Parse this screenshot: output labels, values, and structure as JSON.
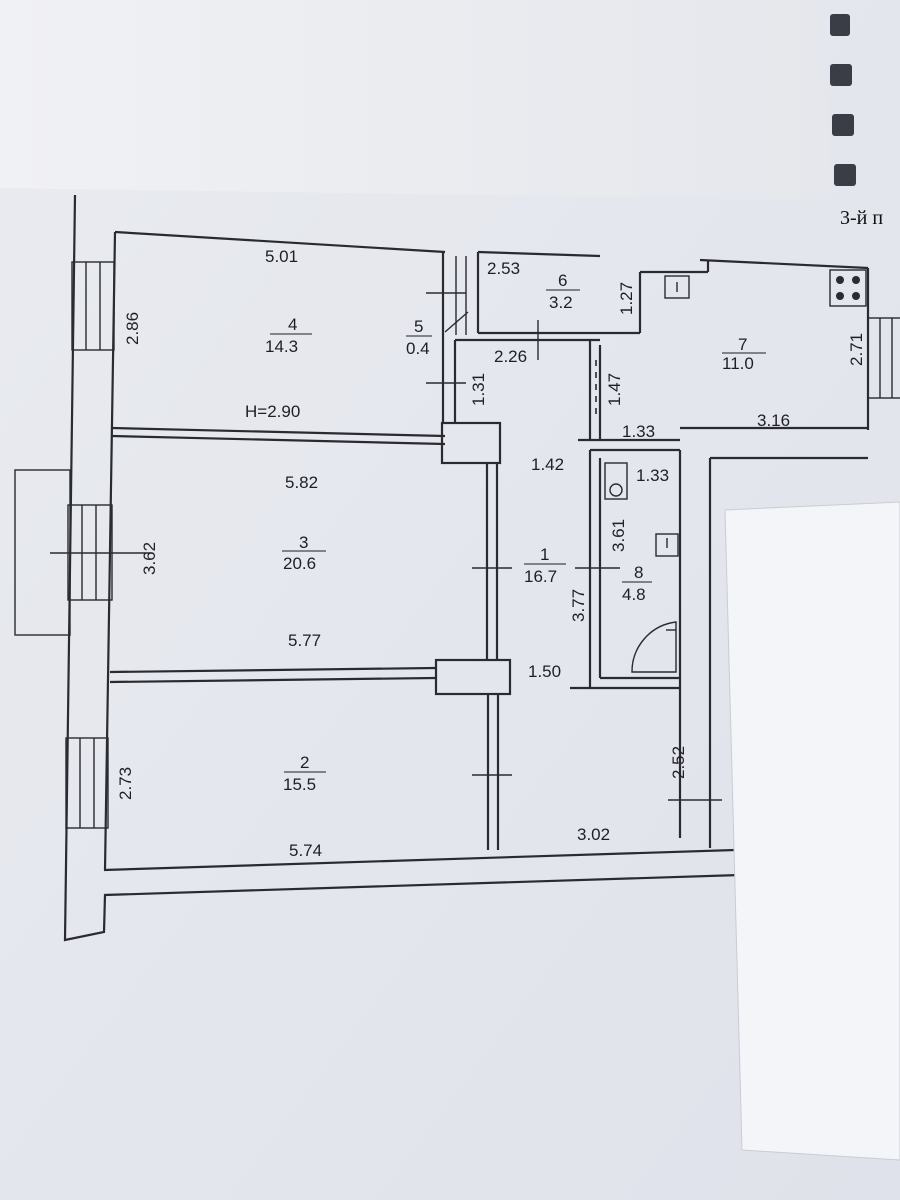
{
  "sheet": {
    "floor_heading": "3-й п"
  },
  "ceiling_height": "H=2.90",
  "rooms": [
    {
      "number": "1",
      "area": "16.7"
    },
    {
      "number": "2",
      "area": "15.5"
    },
    {
      "number": "3",
      "area": "20.6"
    },
    {
      "number": "4",
      "area": "14.3"
    },
    {
      "number": "5",
      "area": "0.4"
    },
    {
      "number": "6",
      "area": "3.2"
    },
    {
      "number": "7",
      "area": "11.0"
    },
    {
      "number": "8",
      "area": "4.8"
    }
  ],
  "dimensions": {
    "r4_width": "5.01",
    "r4_height": "2.86",
    "r6_width": "2.53",
    "r6_height": "1.27",
    "r5_dim": "2.26",
    "corr_left": "1.31",
    "kitchen_door": "1.47",
    "kitchen_height": "2.71",
    "kitchen_bottom_left": "1.33",
    "kitchen_bottom": "3.16",
    "r3_top": "5.82",
    "r3_height": "3.62",
    "r3_bottom": "5.77",
    "hall_top": "1.42",
    "wc_width": "1.33",
    "wc_height": "3.61",
    "hall_height": "3.77",
    "hall_mid": "1.50",
    "r2_height": "2.73",
    "r2_bottom": "5.74",
    "hall_bottom": "3.02",
    "right_height": "2.52"
  },
  "colors": {
    "paper": "#f3f4f7",
    "wall": "#2a2a30",
    "background": "#d9dde6"
  }
}
